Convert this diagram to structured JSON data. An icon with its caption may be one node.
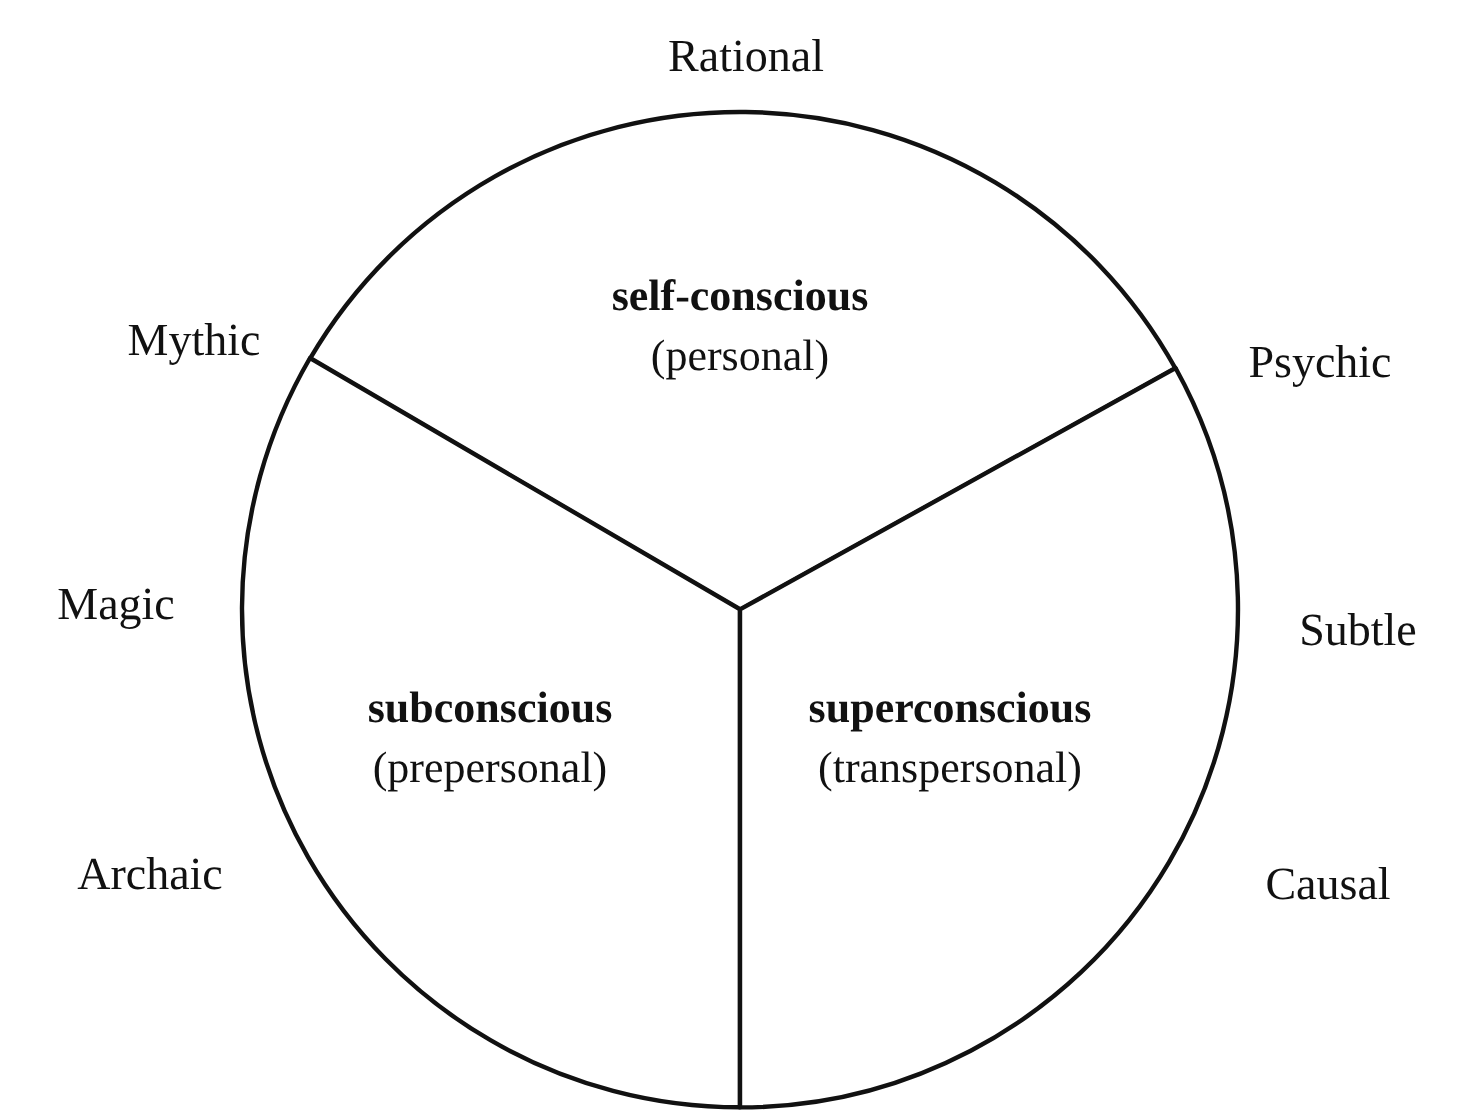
{
  "diagram": {
    "nodes": [
      {
        "text": [
          "self-conscious",
          "(personal)"
        ]
      },
      {
        "text": [
          "subconscious",
          "(prepersonal)"
        ]
      },
      {
        "text": [
          "superconscious",
          "(transpersonal)"
        ]
      }
    ],
    "labels": [
      "Rational",
      "Mythic",
      "Psychic",
      "Magic",
      "Subtle",
      "Archaic",
      "Causal"
    ]
  }
}
